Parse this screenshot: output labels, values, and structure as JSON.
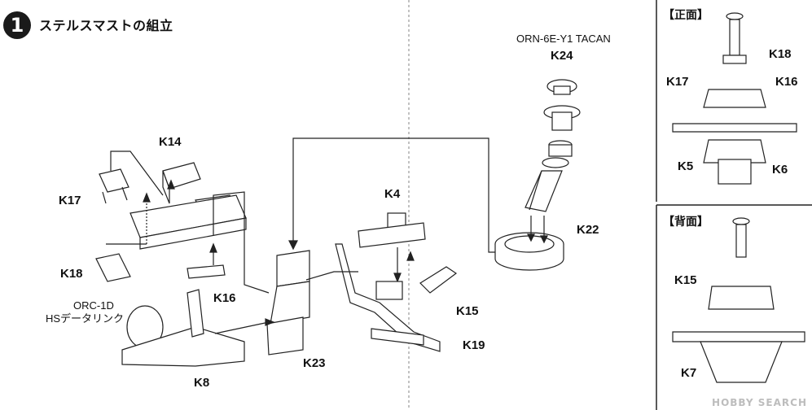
{
  "step": {
    "number": "1",
    "title": "ステルスマストの組立"
  },
  "notes": {
    "tacan": "ORN-6E-Y1 TACAN",
    "datalink_line1": "ORC-1D",
    "datalink_line2": "HSデータリンク"
  },
  "parts": {
    "k24": "K24",
    "k22": "K22",
    "k14": "K14",
    "k17": "K17",
    "k18": "K18",
    "k16": "K16",
    "k4": "K4",
    "k15": "K15",
    "k19": "K19",
    "k23": "K23",
    "k8": "K8"
  },
  "front_view": {
    "title": "【正面】",
    "labels": {
      "k18": "K18",
      "k17": "K17",
      "k16": "K16",
      "k5": "K5",
      "k6": "K6"
    }
  },
  "back_view": {
    "title": "【背面】",
    "labels": {
      "k15": "K15",
      "k7": "K7"
    }
  },
  "watermark": "HOBBY SEARCH"
}
